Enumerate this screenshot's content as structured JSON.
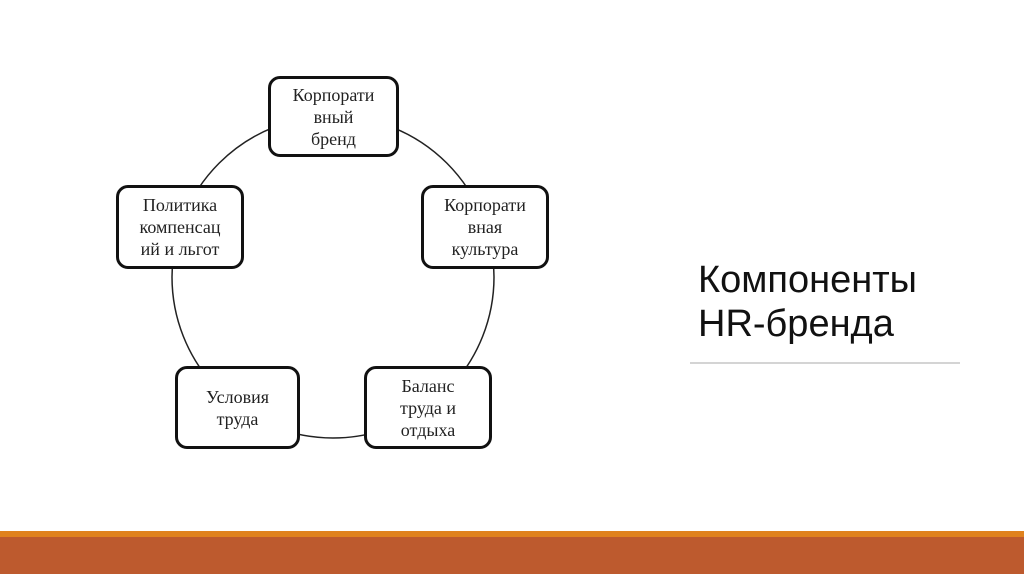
{
  "slide": {
    "title_lines": [
      "Компоненты",
      "HR-бренда"
    ],
    "colors": {
      "accent_orange": "#e0821e",
      "accent_rust": "#bd5a2e",
      "divider": "#d4d4d4"
    }
  },
  "diagram": {
    "type": "cycle",
    "nodes": [
      {
        "id": "corporate-brand",
        "lines": [
          "Корпорати",
          "вный",
          "бренд"
        ]
      },
      {
        "id": "corporate-culture",
        "lines": [
          "Корпорати",
          "вная",
          "культура"
        ]
      },
      {
        "id": "work-life-balance",
        "lines": [
          "Баланс",
          "труда и",
          "отдыха"
        ]
      },
      {
        "id": "working-conditions",
        "lines": [
          "Условия",
          "труда"
        ]
      },
      {
        "id": "compensation-policy",
        "lines": [
          "Политика",
          "компенсац",
          "ий и льгот"
        ]
      }
    ]
  }
}
